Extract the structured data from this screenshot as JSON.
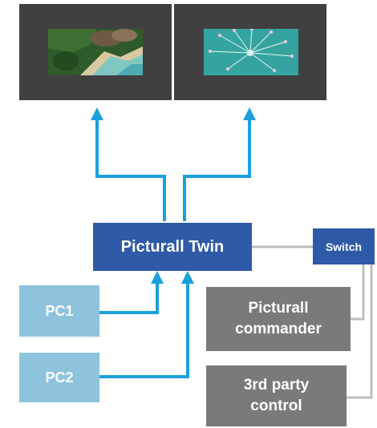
{
  "colors": {
    "screen_bg": "#404040",
    "twin_box": "#2e5aa7",
    "pc_box": "#8dc3dd",
    "gray_box": "#7a7a7a",
    "blue_arrow": "#1aa0dc",
    "gray_line": "#bdbdbd"
  },
  "screens": [
    {
      "thumbnail": "beach-rocks-aerial-image"
    },
    {
      "thumbnail": "dandelion-seed-teal-image"
    }
  ],
  "boxes": {
    "picturall_twin": "Picturall Twin",
    "switch": "Switch",
    "pc1": "PC1",
    "pc2": "PC2",
    "commander": "Picturall\ncommander",
    "third_party": "3rd party\ncontrol"
  }
}
